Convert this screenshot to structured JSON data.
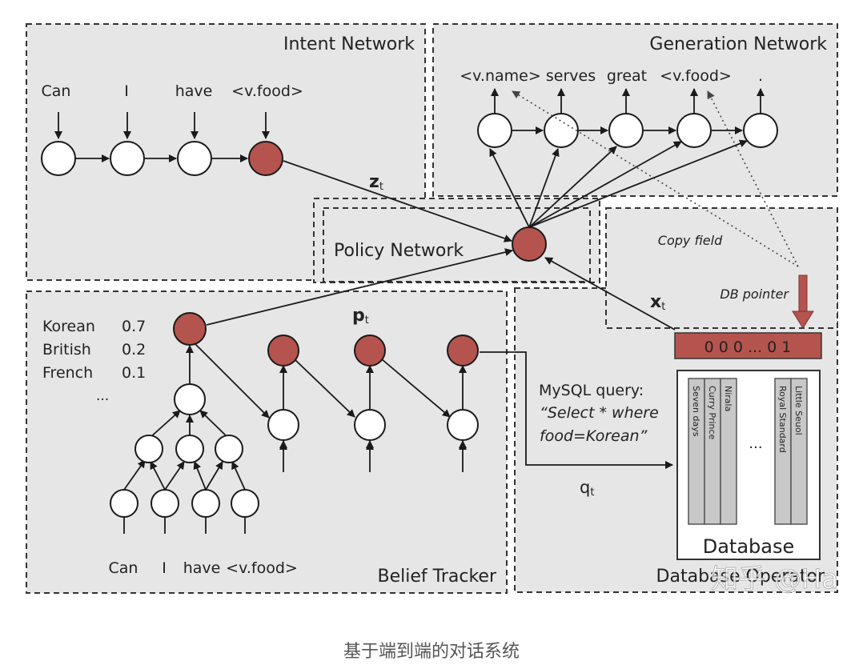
{
  "colors": {
    "panel_bg": "#e6e6e6",
    "node_red": "#b5544e",
    "node_white": "#ffffff",
    "line": "#1a1a1a"
  },
  "modules": {
    "intent": "Intent Network",
    "generation": "Generation Network",
    "policy": "Policy Network",
    "belief": "Belief Tracker",
    "db_operator": "Database Operator"
  },
  "intent_words": [
    "Can",
    "I",
    "have",
    "<v.food>"
  ],
  "generation_words": [
    "<v.name>",
    "serves",
    "great",
    "<v.food>",
    "."
  ],
  "vectors": {
    "z": "z",
    "z_sub": "t",
    "p": "p",
    "p_sub": "t",
    "x": "x",
    "x_sub": "t",
    "q": "q",
    "q_sub": "t"
  },
  "belief": {
    "distribution": [
      {
        "label": "Korean",
        "value": "0.7"
      },
      {
        "label": "British",
        "value": "0.2"
      },
      {
        "label": "French",
        "value": "0.1"
      }
    ],
    "ellipsis": "...",
    "input_words": [
      "Can",
      "I",
      "have",
      "<v.food>"
    ]
  },
  "copy_field": "Copy field",
  "db_pointer": "DB pointer",
  "db_vector": "0 0 0 ... 0 1",
  "query": {
    "label": "MySQL query:",
    "line1": "“Select * where",
    "line2": "food=Korean”"
  },
  "database": {
    "title": "Database",
    "columns": [
      "Seven days",
      "Curry Prince",
      "Nirala",
      "Royal Standard",
      "Little Seuol"
    ],
    "ellipsis": "..."
  },
  "watermark": "知乎 @Ha",
  "caption": "基于端到端的对话系统"
}
